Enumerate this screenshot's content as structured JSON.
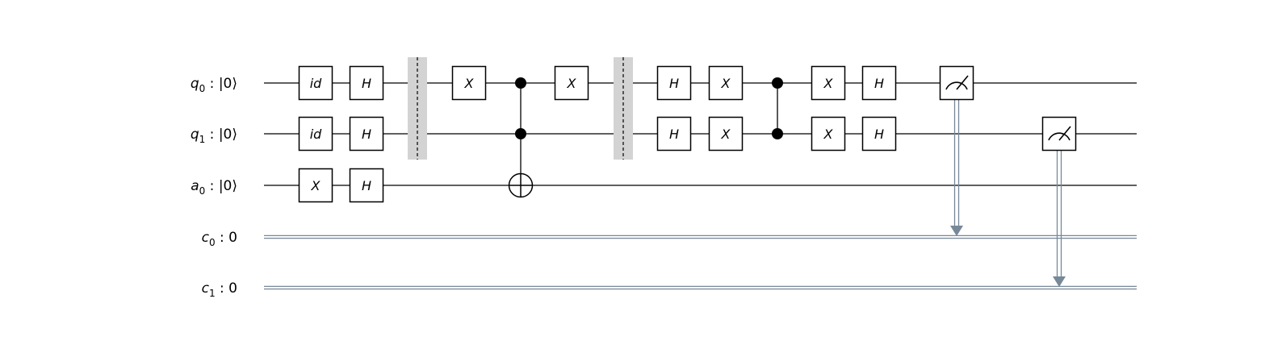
{
  "diagram": {
    "qubits": [
      {
        "id": "q0",
        "letter": "q",
        "sub": "0",
        "state": " : |0⟩"
      },
      {
        "id": "q1",
        "letter": "q",
        "sub": "1",
        "state": " : |0⟩"
      },
      {
        "id": "a0",
        "letter": "a",
        "sub": "0",
        "state": " : |0⟩"
      }
    ],
    "clbits": [
      {
        "id": "c0",
        "letter": "c",
        "sub": "0",
        "state": " :  0"
      },
      {
        "id": "c1",
        "letter": "c",
        "sub": "1",
        "state": " :  0"
      }
    ],
    "gates": [
      {
        "label": "id",
        "wire": 0,
        "col": 0
      },
      {
        "label": "id",
        "wire": 1,
        "col": 0
      },
      {
        "label": "X",
        "wire": 2,
        "col": 0
      },
      {
        "label": "H",
        "wire": 0,
        "col": 1
      },
      {
        "label": "H",
        "wire": 1,
        "col": 1
      },
      {
        "label": "H",
        "wire": 2,
        "col": 1
      },
      {
        "label": "X",
        "wire": 0,
        "col": 3
      },
      {
        "label": "X",
        "wire": 0,
        "col": 5
      },
      {
        "label": "H",
        "wire": 0,
        "col": 7
      },
      {
        "label": "H",
        "wire": 1,
        "col": 7
      },
      {
        "label": "X",
        "wire": 0,
        "col": 8
      },
      {
        "label": "X",
        "wire": 1,
        "col": 8
      },
      {
        "label": "X",
        "wire": 0,
        "col": 10
      },
      {
        "label": "X",
        "wire": 1,
        "col": 10
      },
      {
        "label": "H",
        "wire": 0,
        "col": 11
      },
      {
        "label": "H",
        "wire": 1,
        "col": 11
      }
    ],
    "barriers": [
      {
        "col": 2,
        "wires": [
          0,
          1
        ]
      },
      {
        "col": 6,
        "wires": [
          0,
          1
        ]
      }
    ],
    "controlled": [
      {
        "name": "toffoli",
        "col": 4,
        "controls": [
          0,
          1
        ],
        "target": 2,
        "kind": "cnot"
      },
      {
        "name": "cz",
        "col": 9,
        "controls": [
          0,
          1
        ],
        "target": null,
        "kind": "cz"
      }
    ],
    "measurements": [
      {
        "wire": 0,
        "clbit": 0,
        "col": 12
      },
      {
        "wire": 1,
        "clbit": 1,
        "col": 13
      }
    ],
    "colors": {
      "wire": "#000000",
      "classical_wire": "#778899",
      "barrier": "#d3d3d3",
      "gate_fill": "#ffffff"
    }
  }
}
